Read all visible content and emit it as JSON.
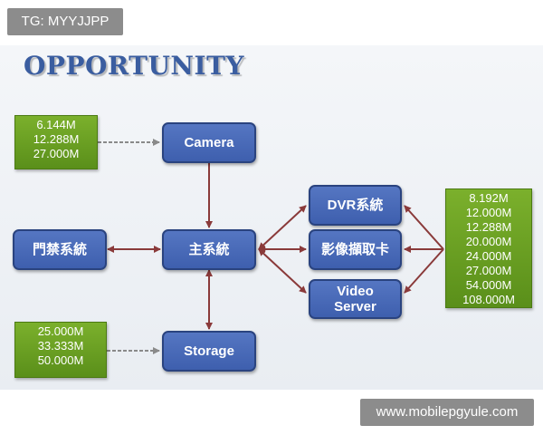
{
  "overlay": {
    "tag": "TG: MYYJJPP",
    "site": "www.mobilepgyule.com"
  },
  "title": "OPPORTUNITY",
  "nodes": {
    "camera": "Camera",
    "main": "主系統",
    "access": "門禁系統",
    "storage": "Storage",
    "dvr": "DVR系統",
    "capture": "影像擷取卡",
    "video_server": "Video\nServer"
  },
  "camera_rates": [
    "6.144M",
    "12.288M",
    "27.000M"
  ],
  "storage_rates": [
    "25.000M",
    "33.333M",
    "50.000M"
  ],
  "right_rates": [
    "8.192M",
    "12.000M",
    "12.288M",
    "20.000M",
    "24.000M",
    "27.000M",
    "54.000M",
    "108.000M"
  ],
  "colors": {
    "title": "#3a5da0",
    "node_fill": "#4a6cb8",
    "node_border": "#2a437f",
    "green_fill": "#6aa022",
    "arrow_gray": "#8a8a8a",
    "arrow_red": "#8a3a3a"
  }
}
